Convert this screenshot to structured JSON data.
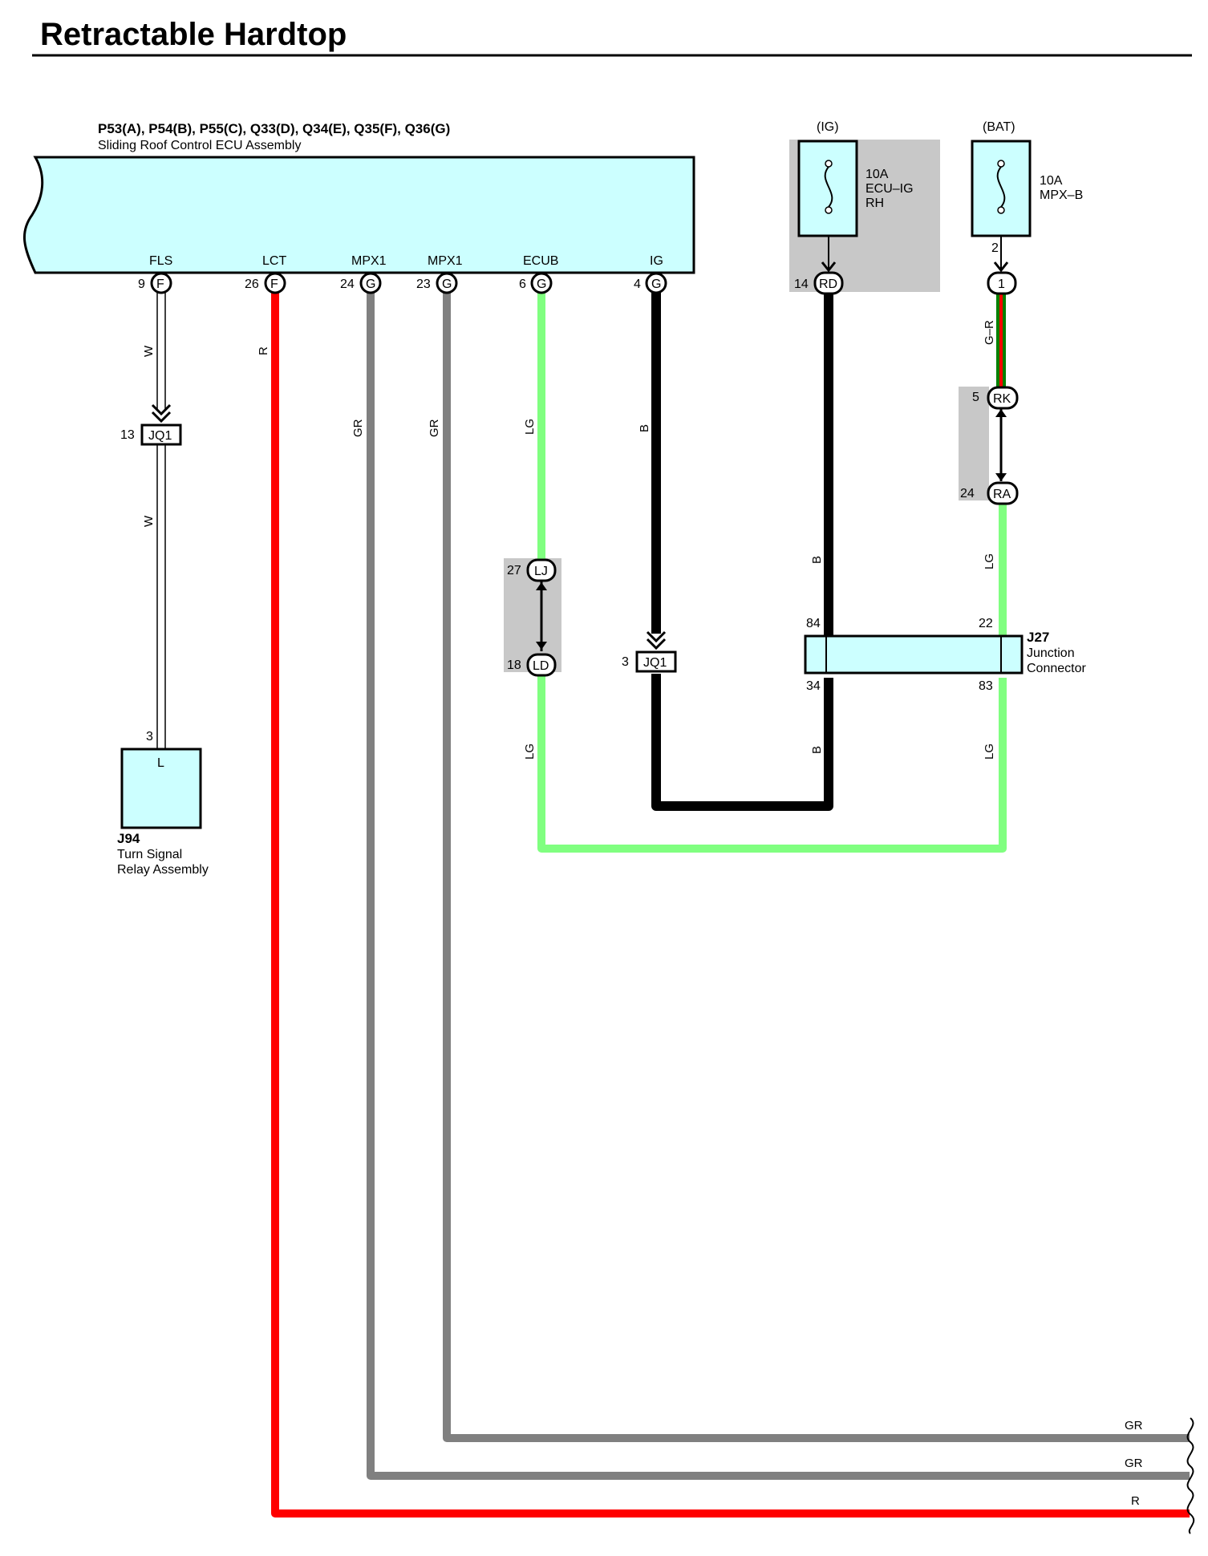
{
  "title": "Retractable Hardtop",
  "ecu": {
    "connectors": "P53(A), P54(B), P55(C), Q33(D), Q34(E), Q35(F), Q36(G)",
    "name": "Sliding Roof Control ECU Assembly",
    "pins": [
      {
        "label": "FLS",
        "num": "9",
        "conn": "F"
      },
      {
        "label": "LCT",
        "num": "26",
        "conn": "F"
      },
      {
        "label": "MPX1",
        "num": "24",
        "conn": "G"
      },
      {
        "label": "MPX1",
        "num": "23",
        "conn": "G"
      },
      {
        "label": "ECUB",
        "num": "6",
        "conn": "G"
      },
      {
        "label": "IG",
        "num": "4",
        "conn": "G"
      }
    ]
  },
  "fuses": [
    {
      "supply": "(IG)",
      "rating": "10A",
      "name1": "ECU–IG",
      "name2": "RH",
      "pin_in": "14",
      "conn": "RD"
    },
    {
      "supply": "(BAT)",
      "rating": "10A",
      "name1": "MPX–B",
      "name2": "",
      "pin_top": "2",
      "pin_in": "1"
    }
  ],
  "wires": {
    "w": "W",
    "r": "R",
    "gr": "GR",
    "lg": "LG",
    "b": "B",
    "gr_r": "G–R"
  },
  "junctions": {
    "jq1_a": {
      "num": "13",
      "label": "JQ1"
    },
    "jq1_b": {
      "num": "3",
      "label": "JQ1"
    },
    "lj": {
      "num": "27",
      "label": "LJ"
    },
    "ld": {
      "num": "18",
      "label": "LD"
    },
    "rk": {
      "num": "5",
      "label": "RK"
    },
    "ra": {
      "num": "24",
      "label": "RA"
    }
  },
  "j27": {
    "id": "J27",
    "line1": "Junction",
    "line2": "Connector",
    "p84": "84",
    "p22": "22",
    "p34": "34",
    "p83": "83"
  },
  "j94": {
    "id": "J94",
    "line1": "Turn Signal",
    "line2": "Relay Assembly",
    "pin": "3",
    "pin_label": "L"
  },
  "colors": {
    "ecu_fill": "#ccffff",
    "red": "#ff0000",
    "gray": "#808080",
    "light_green": "#80ff80",
    "black": "#000000",
    "shade": "#c8c8c8"
  }
}
